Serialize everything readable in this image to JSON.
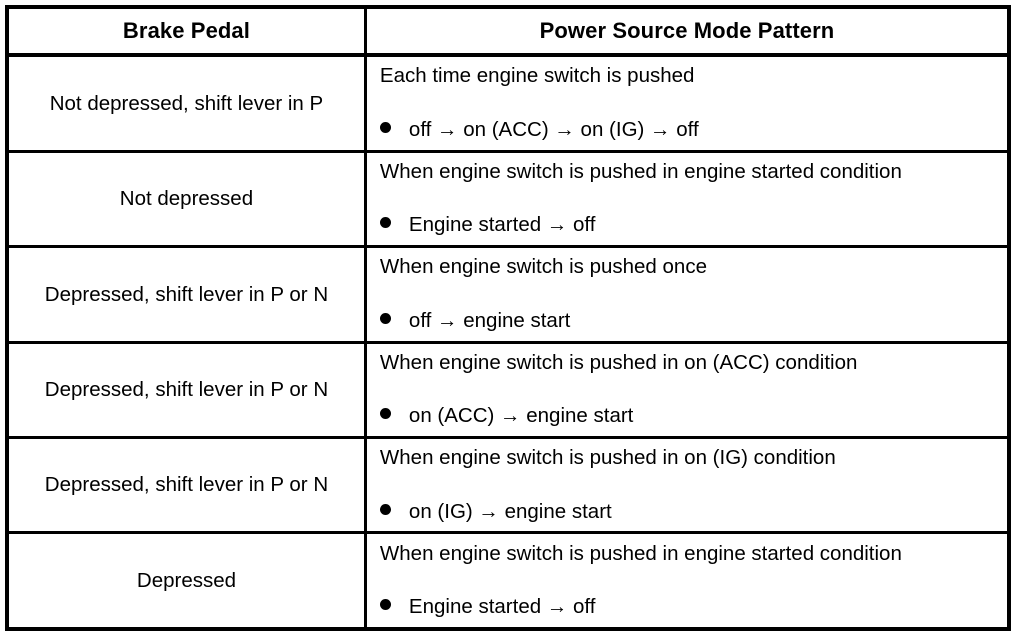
{
  "table": {
    "headers": {
      "left": "Brake Pedal",
      "right": "Power Source Mode Pattern"
    },
    "rows": [
      {
        "brake_pedal": "Not depressed, shift lever in P",
        "condition": "Each time engine switch is pushed",
        "pattern": "off → on (ACC) → on (IG) → off"
      },
      {
        "brake_pedal": "Not depressed",
        "condition": "When engine switch is pushed in engine started condition",
        "pattern": "Engine started → off"
      },
      {
        "brake_pedal": "Depressed, shift lever in P or N",
        "condition": "When engine switch is pushed once",
        "pattern": "off → engine start"
      },
      {
        "brake_pedal": "Depressed, shift lever in P or N",
        "condition": "When engine switch is pushed in on (ACC) condition",
        "pattern": "on (ACC) → engine start"
      },
      {
        "brake_pedal": "Depressed, shift lever in P or N",
        "condition": "When engine switch is pushed in on (IG) condition",
        "pattern": "on (IG) → engine start"
      },
      {
        "brake_pedal": "Depressed",
        "condition": "When engine switch is pushed in engine started condition",
        "pattern": "Engine started → off"
      }
    ]
  },
  "colors": {
    "text": "#000000",
    "background": "#ffffff",
    "border": "#000000"
  }
}
